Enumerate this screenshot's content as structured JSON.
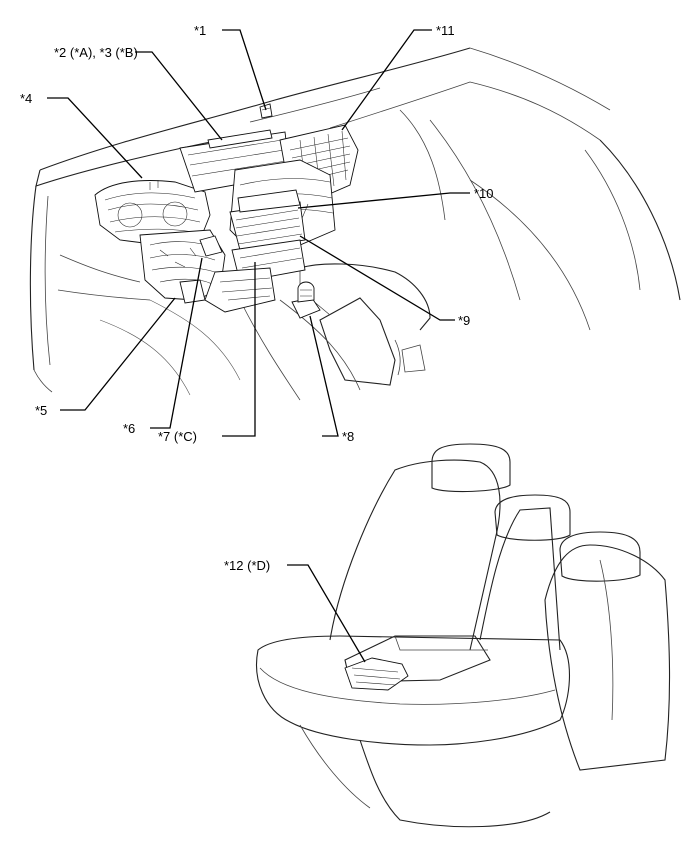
{
  "colors": {
    "line": "#000000",
    "outline": "#222222",
    "background": "#ffffff"
  },
  "callouts": [
    {
      "id": "c1",
      "text": "*1"
    },
    {
      "id": "c2",
      "text": "*2 (*A), *3 (*B)"
    },
    {
      "id": "c4",
      "text": "*4"
    },
    {
      "id": "c5",
      "text": "*5"
    },
    {
      "id": "c6",
      "text": "*6"
    },
    {
      "id": "c7",
      "text": "*7 (*C)"
    },
    {
      "id": "c8",
      "text": "*8"
    },
    {
      "id": "c9",
      "text": "*9"
    },
    {
      "id": "c10",
      "text": "*10"
    },
    {
      "id": "c11",
      "text": "*11"
    },
    {
      "id": "c12",
      "text": "*12 (*D)"
    }
  ]
}
